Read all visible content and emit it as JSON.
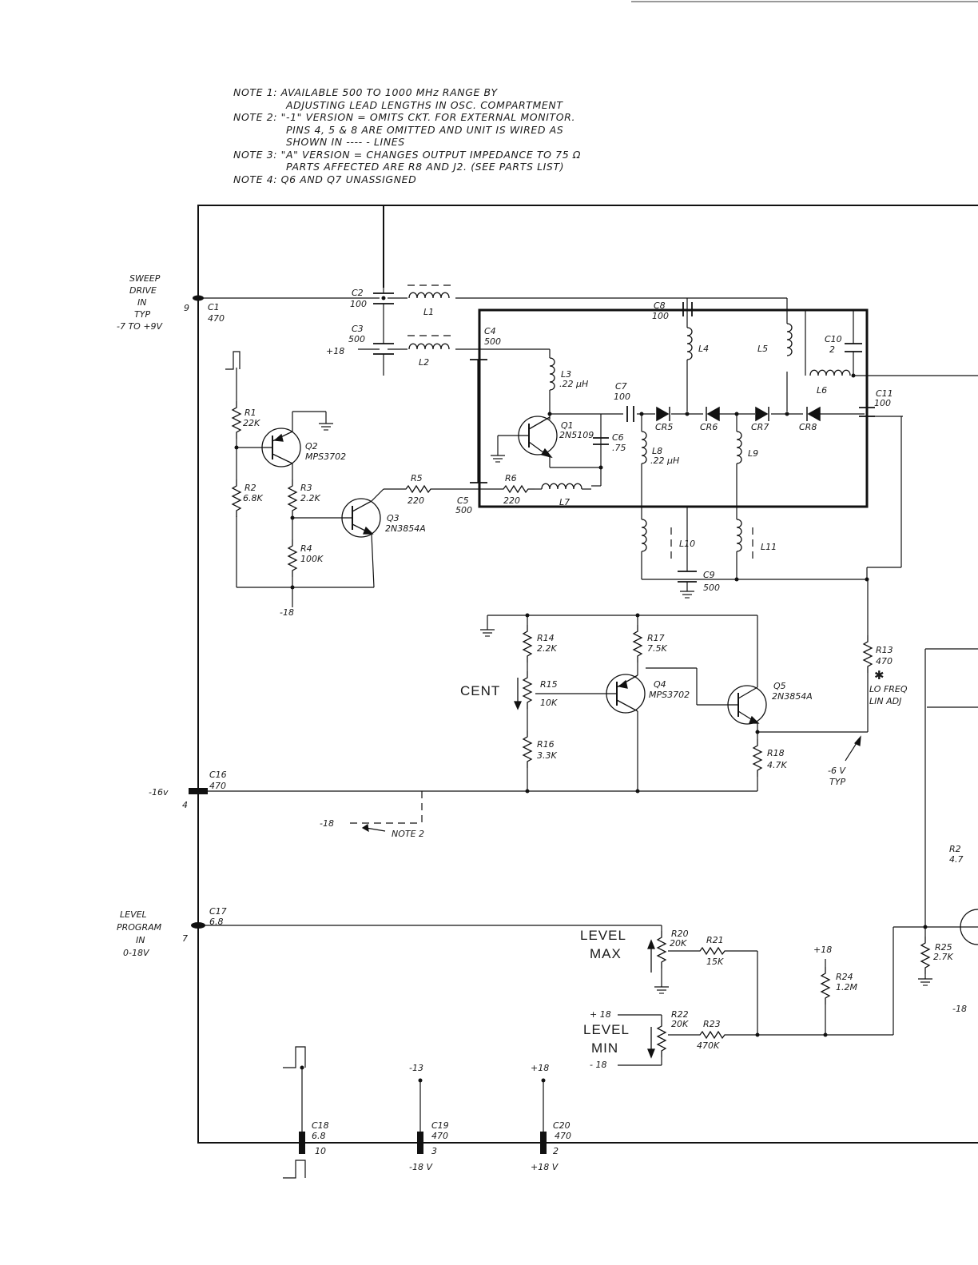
{
  "notes": [
    {
      "text": "NOTE 1: AVAILABLE 500 TO 1000 MHz RANGE BY",
      "indent": false
    },
    {
      "text": "ADJUSTING LEAD LENGTHS IN OSC. COMPARTMENT",
      "indent": true
    },
    {
      "text": "NOTE 2: \"-1\" VERSION = OMITS CKT. FOR EXTERNAL MONITOR.",
      "indent": false
    },
    {
      "text": "PINS 4, 5 & 8 ARE OMITTED AND UNIT IS WIRED AS",
      "indent": true
    },
    {
      "text": "SHOWN IN ---- - LINES",
      "indent": true
    },
    {
      "text": "NOTE 3: \"A\" VERSION = CHANGES OUTPUT IMPEDANCE TO 75 Ω",
      "indent": false
    },
    {
      "text": "PARTS AFFECTED ARE R8 AND J2. (SEE PARTS LIST)",
      "indent": true
    },
    {
      "text": "NOTE 4: Q6 AND Q7 UNASSIGNED",
      "indent": false
    }
  ],
  "inputs": {
    "sweep": {
      "line1": "SWEEP",
      "line2": "DRIVE",
      "line3": "IN",
      "line4": "TYP",
      "line5": "-7 TO +9V",
      "pin": "9"
    },
    "minus16": {
      "label": "-16v",
      "pin": "4"
    },
    "level": {
      "line1": "LEVEL",
      "line2": "PROGRAM",
      "line3": "IN",
      "line4": "0-18V",
      "pin": "7"
    }
  },
  "capacitors": {
    "c1": {
      "ref": "C1",
      "value": "470"
    },
    "c2": {
      "ref": "C2",
      "value": "100"
    },
    "c3": {
      "ref": "C3",
      "value": "500"
    },
    "c4": {
      "ref": "C4",
      "value": "500"
    },
    "c5": {
      "ref": "C5",
      "value": "500"
    },
    "c6": {
      "ref": "C6",
      "value": ".75"
    },
    "c7": {
      "ref": "C7",
      "value": "100"
    },
    "c8": {
      "ref": "C8",
      "value": "100"
    },
    "c9": {
      "ref": "C9",
      "value": "500"
    },
    "c10": {
      "ref": "C10",
      "value": "2"
    },
    "c11": {
      "ref": "C11",
      "value": "100"
    },
    "c16": {
      "ref": "C16",
      "value": "470"
    },
    "c17": {
      "ref": "C17",
      "value": "6.8"
    },
    "c18": {
      "ref": "C18",
      "value": "6.8",
      "pin": "10"
    },
    "c19": {
      "ref": "C19",
      "value": "470",
      "pin": "3",
      "rail": "-18 V",
      "top": "-13"
    },
    "c20": {
      "ref": "C20",
      "value": "470",
      "pin": "2",
      "rail": "+18 V",
      "top": "+18"
    }
  },
  "inductors": {
    "l1": "L1",
    "l2": "L2",
    "l3": "L3",
    "l3v": ".22 μH",
    "l4": "L4",
    "l5": "L5",
    "l6": "L6",
    "l7": "L7",
    "l8": "L8",
    "l8v": ".22 μH",
    "l9": "L9",
    "l10": "L10",
    "l11": "L11"
  },
  "diodes": {
    "cr5": "CR5",
    "cr6": "CR6",
    "cr7": "CR7",
    "cr8": "CR8"
  },
  "resistors": {
    "r1": {
      "ref": "R1",
      "value": "22K"
    },
    "r2": {
      "ref": "R2",
      "value": "6.8K"
    },
    "r3": {
      "ref": "R3",
      "value": "2.2K"
    },
    "r4": {
      "ref": "R4",
      "value": "100K"
    },
    "r5": {
      "ref": "R5",
      "value": "220"
    },
    "r6": {
      "ref": "R6",
      "value": "220"
    },
    "r13": {
      "ref": "R13",
      "value": "470",
      "note1": "LO FREQ",
      "note2": "LIN ADJ"
    },
    "r14": {
      "ref": "R14",
      "value": "2.2K"
    },
    "r15": {
      "ref": "R15",
      "value": "10K"
    },
    "r16": {
      "ref": "R16",
      "value": "3.3K"
    },
    "r17": {
      "ref": "R17",
      "value": "7.5K"
    },
    "r18": {
      "ref": "R18",
      "value": "4.7K"
    },
    "r20": {
      "ref": "R20",
      "value": "20K"
    },
    "r21": {
      "ref": "R21",
      "value": "15K"
    },
    "r22": {
      "ref": "R22",
      "value": "20K"
    },
    "r23": {
      "ref": "R23",
      "value": "470K"
    },
    "r24": {
      "ref": "R24",
      "value": "1.2M"
    },
    "r25": {
      "ref": "R25",
      "value": "2.7K"
    }
  },
  "transistors": {
    "q1": {
      "ref": "Q1",
      "part": "2N5109"
    },
    "q2": {
      "ref": "Q2",
      "part": "MPS3702"
    },
    "q3": {
      "ref": "Q3",
      "part": "2N3854A"
    },
    "q4": {
      "ref": "Q4",
      "part": "MPS3702"
    },
    "q5": {
      "ref": "Q5",
      "part": "2N3854A"
    }
  },
  "rails": {
    "p18_c3": "+18",
    "m18_q2": "-18",
    "m18_note": "-18",
    "note2": "NOTE 2",
    "m6v": "-6 V",
    "typ": "TYP",
    "p18_r24": "+18",
    "p18_levelmin": "+ 18",
    "m18_levelmin": "- 18",
    "m18_right": "-18"
  },
  "controls": {
    "cent": "CENT",
    "level_max_1": "LEVEL",
    "level_max_2": "MAX",
    "level_min_1": "LEVEL",
    "level_min_2": "MIN"
  },
  "edge_fragments": {
    "r_label": "R2",
    "r_value": "4.7"
  }
}
